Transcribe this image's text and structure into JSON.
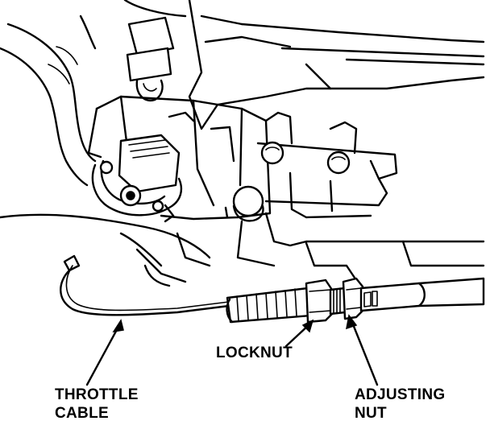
{
  "labels": {
    "locknut": "LOCKNUT",
    "throttle_cable_line1": "THROTTLE",
    "throttle_cable_line2": "CABLE",
    "adjusting_nut_line1": "ADJUSTING",
    "adjusting_nut_line2": "NUT"
  },
  "colors": {
    "ink": "#000000",
    "paper": "#ffffff"
  }
}
